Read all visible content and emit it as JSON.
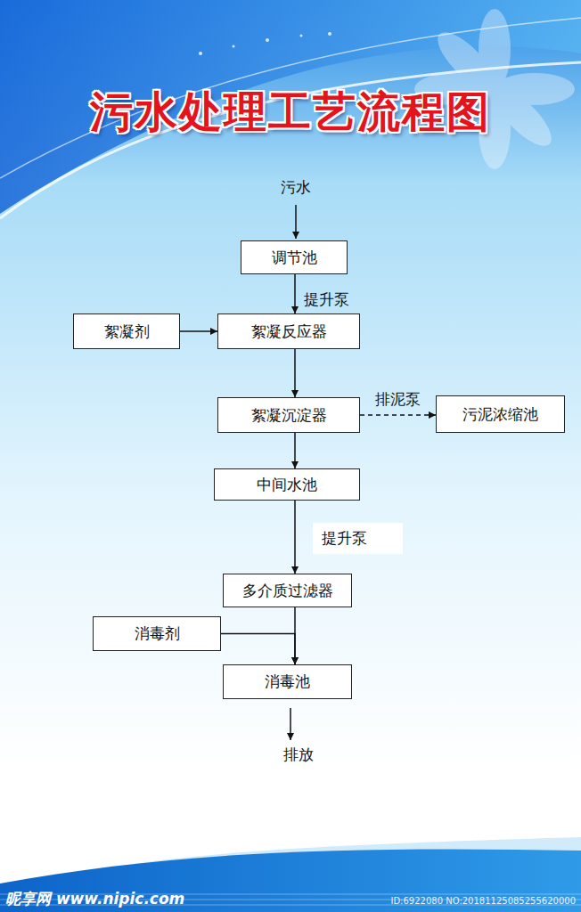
{
  "diagram": {
    "title": "污水处理工艺流程图",
    "nodes": [
      {
        "text": [
          "调节池"
        ]
      },
      {
        "text": [
          "絮凝剂"
        ]
      },
      {
        "text": [
          "絮凝反应器"
        ]
      },
      {
        "text": [
          "絮凝沉淀器"
        ]
      },
      {
        "text": [
          "污泥浓缩池"
        ]
      },
      {
        "text": [
          "中间水池"
        ]
      },
      {
        "text": [
          "多介质过滤器"
        ]
      },
      {
        "text": [
          "消毒剂"
        ]
      },
      {
        "text": [
          "消毒池"
        ]
      }
    ],
    "edges": [
      {
        "from": 0,
        "to": 2,
        "arrow": "to",
        "label": "提升泵"
      },
      {
        "from": 1,
        "to": 2,
        "arrow": "to"
      },
      {
        "from": 2,
        "to": 3,
        "arrow": "to"
      },
      {
        "from": 3,
        "to": 4,
        "arrow": "to",
        "label": "排泥泵"
      },
      {
        "from": 3,
        "to": 5,
        "arrow": "to"
      },
      {
        "from": 5,
        "to": 6,
        "arrow": "to",
        "label": "提升泵"
      },
      {
        "from": 6,
        "to": 8,
        "arrow": "to"
      },
      {
        "from": 7,
        "to": 8,
        "arrow": "to"
      }
    ],
    "labels": [
      "污水",
      "排放",
      "昵享网 www.nipic.com",
      "ID:6922080 NO:20181125085255620000"
    ]
  }
}
